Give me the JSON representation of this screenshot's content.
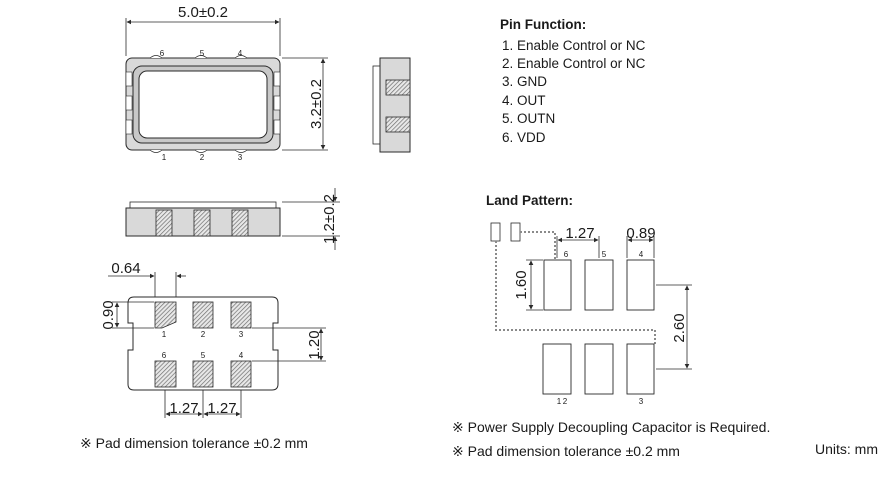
{
  "top_view": {
    "width_dim": "5.0±0.2",
    "height_dim": "3.2±0.2",
    "pins_top": [
      "6",
      "5",
      "4"
    ],
    "pins_bottom": [
      "1",
      "2",
      "3"
    ]
  },
  "side_view": {
    "thickness_dim": "1.2±0.2"
  },
  "pad_view": {
    "pad_width_dim": "0.64",
    "pad_height_dim": "0.90",
    "row_spacing_dim": "1.20",
    "pitch_dim_left": "1.27",
    "pitch_dim_right": "1.27",
    "pins_row1": [
      "1",
      "2",
      "3"
    ],
    "pins_row2": [
      "6",
      "5",
      "4"
    ],
    "note": "※  Pad dimension tolerance ±0.2 mm"
  },
  "pin_function": {
    "title": "Pin Function:",
    "items": [
      "1. Enable Control or NC",
      "2. Enable Control or NC",
      "3. GND",
      "4. OUT",
      "5. OUTN",
      "6. VDD"
    ]
  },
  "land_pattern": {
    "title": "Land Pattern:",
    "pitch_dim": "1.27",
    "pad_width_dim": "0.89",
    "pad_height_dim": "1.60",
    "row_spacing_dim": "2.60",
    "pins_top": [
      "6",
      "5",
      "4"
    ],
    "pins_bottom": [
      "1",
      "2",
      "3"
    ]
  },
  "notes": {
    "capacitor": "※  Power Supply Decoupling Capacitor is Required.",
    "tolerance": "※  Pad dimension tolerance ±0.2 mm",
    "units": "Units: mm"
  },
  "colors": {
    "line": "#2a2a2a",
    "package_fill": "#d9d9d9",
    "window_fill": "#ffffff",
    "hatch": "#7a7a7a",
    "dotted_trace": "#8a8a8a"
  }
}
